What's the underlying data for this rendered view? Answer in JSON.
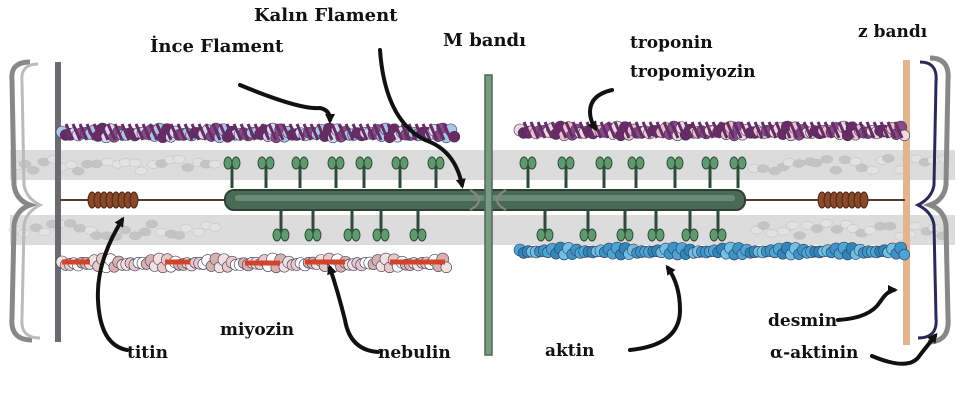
{
  "labels": {
    "kalin_filament": "Kalın Flament",
    "ince_filament": "İnce Flament",
    "m_band": "M bandı",
    "troponin": "troponin",
    "tropomiyozin": "tropomiyozin",
    "z_band": "z bandı",
    "titin": "titin",
    "miyozin": "miyozin",
    "nebulin": "nebulin",
    "aktin": "aktin",
    "desmin": "desmin",
    "alpha_aktinin": "α-aktinin"
  },
  "colors": {
    "tropomyosin_purple": "#6a2a66",
    "actin_blue": "#4aa6d6",
    "nebulin_red": "#d2432a",
    "thick_green": "#3d5a48",
    "titin_brown": "#8a4a2a",
    "z_band_tan": "#e3b48e",
    "z_disk_gray": "#8a8a90",
    "desmin_navy": "#2a2a5a",
    "background_gray": "#cfcfcf",
    "head_green": "#3c7a4a"
  }
}
